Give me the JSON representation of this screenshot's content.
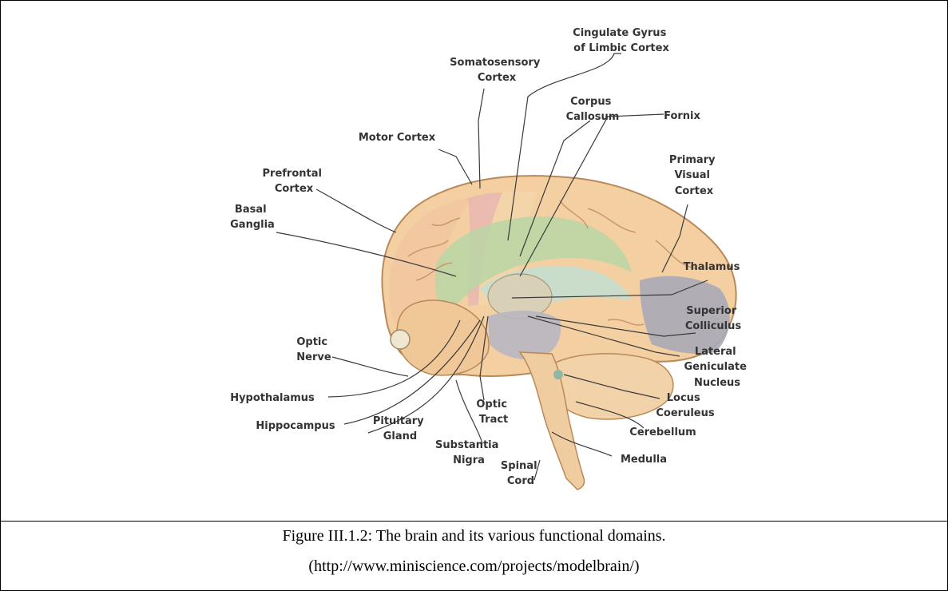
{
  "figure": {
    "labels": {
      "cingulate": [
        "Cingulate Gyrus",
        "of Limbic Cortex"
      ],
      "somatosensory": [
        "Somatosensory",
        "Cortex"
      ],
      "corpus": [
        "Corpus",
        "Callosum"
      ],
      "fornix": [
        "Fornix"
      ],
      "motor": [
        "Motor Cortex"
      ],
      "primary_visual": [
        "Primary",
        "Visual",
        "Cortex"
      ],
      "prefrontal": [
        "Prefrontal",
        "Cortex"
      ],
      "basal": [
        "Basal",
        "Ganglia"
      ],
      "thalamus": [
        "Thalamus"
      ],
      "superior": [
        "Superior",
        "Colliculus"
      ],
      "optic_nerve": [
        "Optic",
        "Nerve"
      ],
      "lateral": [
        "Lateral",
        "Geniculate",
        "Nucleus"
      ],
      "hypothalamus": [
        "Hypothalamus"
      ],
      "locus": [
        "Locus",
        "Coeruleus"
      ],
      "hippocampus": [
        "Hippocampus"
      ],
      "pituitary": [
        "Pituitary",
        "Gland"
      ],
      "optic_tract": [
        "Optic",
        "Tract"
      ],
      "cerebellum": [
        "Cerebellum"
      ],
      "substantia": [
        "Substantia",
        "Nigra"
      ],
      "medulla": [
        "Medulla"
      ],
      "spinal": [
        "Spinal",
        "Cord"
      ]
    }
  },
  "caption": {
    "title": "Figure III.1.2: The brain and its various functional domains.",
    "source": "(http://www.miniscience.com/projects/modelbrain/)"
  }
}
